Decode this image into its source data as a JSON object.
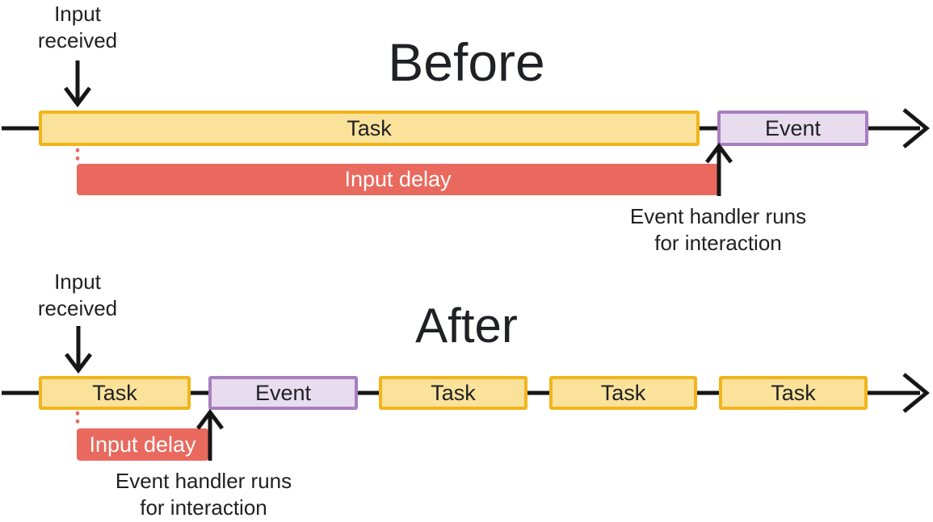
{
  "colors": {
    "task_fill": "#FBE29B",
    "task_border": "#F1B51B",
    "event_fill": "#E8DCEF",
    "event_border": "#A87FBE",
    "delay_fill": "#E9695E",
    "delay_text": "#FFFFFF",
    "text_dark": "#202124",
    "line_black": "#161616"
  },
  "before": {
    "title": "Before",
    "input_label": "Input received",
    "task_label": "Task",
    "event_label": "Event",
    "delay_label": "Input delay",
    "handler_label": "Event handler runs for interaction"
  },
  "after": {
    "title": "After",
    "input_label": "Input received",
    "task_labels": [
      "Task",
      "Task",
      "Task",
      "Task"
    ],
    "event_label": "Event",
    "delay_label": "Input delay",
    "handler_label": "Event handler runs for interaction"
  }
}
